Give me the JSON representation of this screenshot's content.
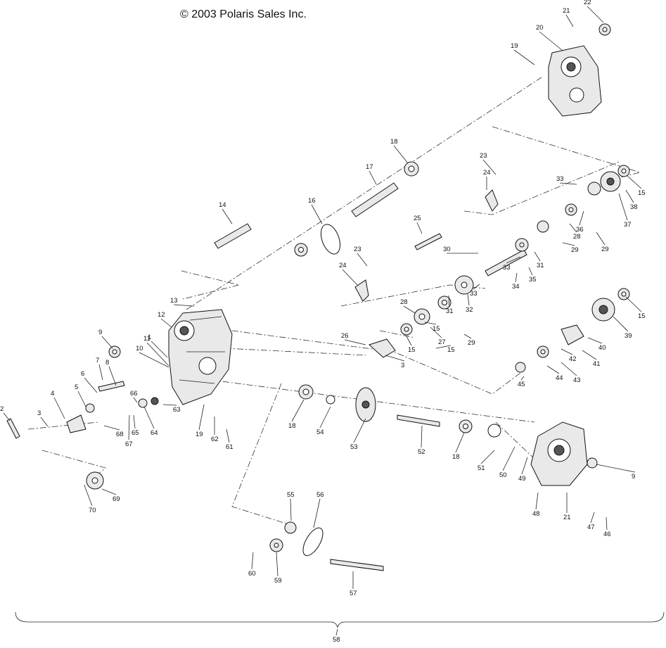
{
  "copyright": "© 2003 Polaris Sales Inc.",
  "callouts": [
    "1",
    "2",
    "3",
    "3",
    "4",
    "5",
    "6",
    "7",
    "8",
    "9",
    "9",
    "10",
    "11",
    "12",
    "13",
    "14",
    "15",
    "15",
    "15",
    "15",
    "15",
    "16",
    "17",
    "18",
    "18",
    "18",
    "19",
    "19",
    "20",
    "21",
    "21",
    "22",
    "23",
    "23",
    "24",
    "24",
    "25",
    "26",
    "27",
    "28",
    "28",
    "29",
    "29",
    "29",
    "30",
    "31",
    "31",
    "32",
    "33",
    "33",
    "33",
    "34",
    "35",
    "36",
    "37",
    "38",
    "39",
    "40",
    "41",
    "42",
    "43",
    "44",
    "45",
    "46",
    "47",
    "48",
    "49",
    "50",
    "51",
    "52",
    "53",
    "54",
    "55",
    "56",
    "57",
    "58",
    "59",
    "60",
    "61",
    "62",
    "63",
    "64",
    "65",
    "66",
    "67",
    "68",
    "69",
    "70"
  ]
}
